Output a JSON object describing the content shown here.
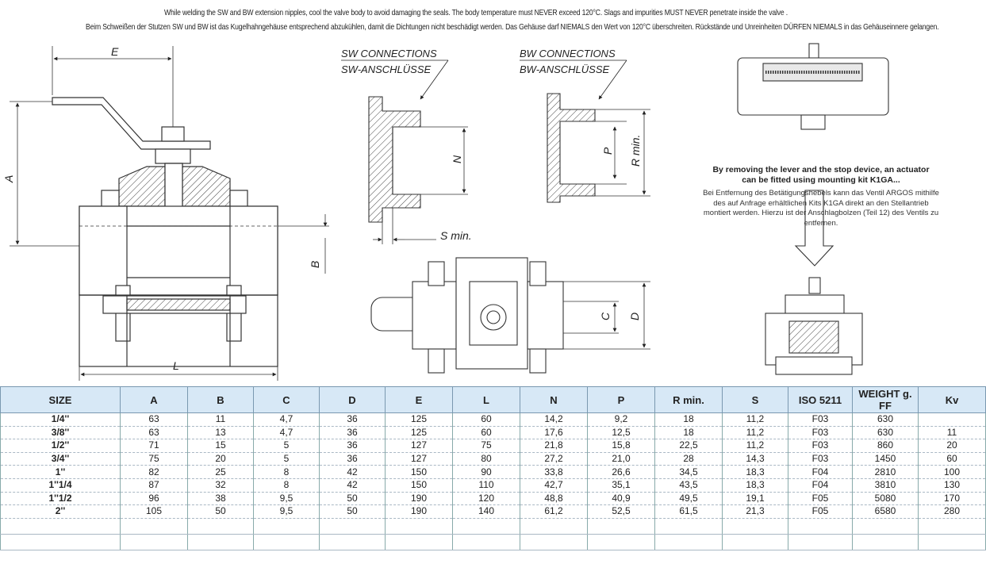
{
  "notes": {
    "en": "While welding the SW and BW extension nipples, cool the valve body to avoid damaging the seals. The body temperature must NEVER exceed 120°C.  Slags and impurities MUST NEVER  penetrate inside the valve .",
    "de": "Beim Schweißen der Stutzen SW und BW ist das Kugelhahngehäuse entsprechend abzukühlen, damit die Dichtungen nicht beschädigt werden. Das Gehäuse darf NIEMALS den Wert von 120°C überschreiten. Rückstände und Unreinheiten DÜRFEN NIEMALS in das Gehäuseinnere gelangen."
  },
  "drawing": {
    "dim_E": "E",
    "dim_A": "A",
    "dim_B": "B",
    "dim_L": "L",
    "dim_N": "N",
    "dim_S": "S min.",
    "dim_P": "P",
    "dim_R": "R min.",
    "dim_C": "C",
    "dim_D": "D",
    "sw_title": "SW CONNECTIONS",
    "sw_subtitle": "SW-ANSCHLÜSSE",
    "bw_title": "BW CONNECTIONS",
    "bw_subtitle": "BW-ANSCHLÜSSE"
  },
  "actuator": {
    "en_line1": "By removing the lever and the stop device,  an actuator",
    "en_line2": "can be fitted using mounting kit K1GA...",
    "de": "Bei Entfernung des Betätigungshebels kann das Ventil ARGOS mithilfe des auf Anfrage erhältlichen Kits K1GA direkt an den Stellantrieb montiert werden. Hierzu ist der Anschlagbolzen (Teil 12) des Ventils zu entfernen."
  },
  "table": {
    "headers": [
      "SIZE",
      "A",
      "B",
      "C",
      "D",
      "E",
      "L",
      "N",
      "P",
      "R min.",
      "S",
      "ISO 5211",
      "WEIGHT g. FF",
      "Kv"
    ],
    "rows": [
      [
        "1/4''",
        "63",
        "11",
        "4,7",
        "36",
        "125",
        "60",
        "14,2",
        "9,2",
        "18",
        "11,2",
        "F03",
        "630",
        ""
      ],
      [
        "3/8''",
        "63",
        "13",
        "4,7",
        "36",
        "125",
        "60",
        "17,6",
        "12,5",
        "18",
        "11,2",
        "F03",
        "630",
        "11"
      ],
      [
        "1/2''",
        "71",
        "15",
        "5",
        "36",
        "127",
        "75",
        "21,8",
        "15,8",
        "22,5",
        "11,2",
        "F03",
        "860",
        "20"
      ],
      [
        "3/4''",
        "75",
        "20",
        "5",
        "36",
        "127",
        "80",
        "27,2",
        "21,0",
        "28",
        "14,3",
        "F03",
        "1450",
        "60"
      ],
      [
        "1''",
        "82",
        "25",
        "8",
        "42",
        "150",
        "90",
        "33,8",
        "26,6",
        "34,5",
        "18,3",
        "F04",
        "2810",
        "100"
      ],
      [
        "1''1/4",
        "87",
        "32",
        "8",
        "42",
        "150",
        "110",
        "42,7",
        "35,1",
        "43,5",
        "18,3",
        "F04",
        "3810",
        "130"
      ],
      [
        "1''1/2",
        "96",
        "38",
        "9,5",
        "50",
        "190",
        "120",
        "48,8",
        "40,9",
        "49,5",
        "19,1",
        "F05",
        "5080",
        "170"
      ],
      [
        "2''",
        "105",
        "50",
        "9,5",
        "50",
        "190",
        "140",
        "61,2",
        "52,5",
        "61,5",
        "21,3",
        "F05",
        "6580",
        "280"
      ]
    ]
  }
}
